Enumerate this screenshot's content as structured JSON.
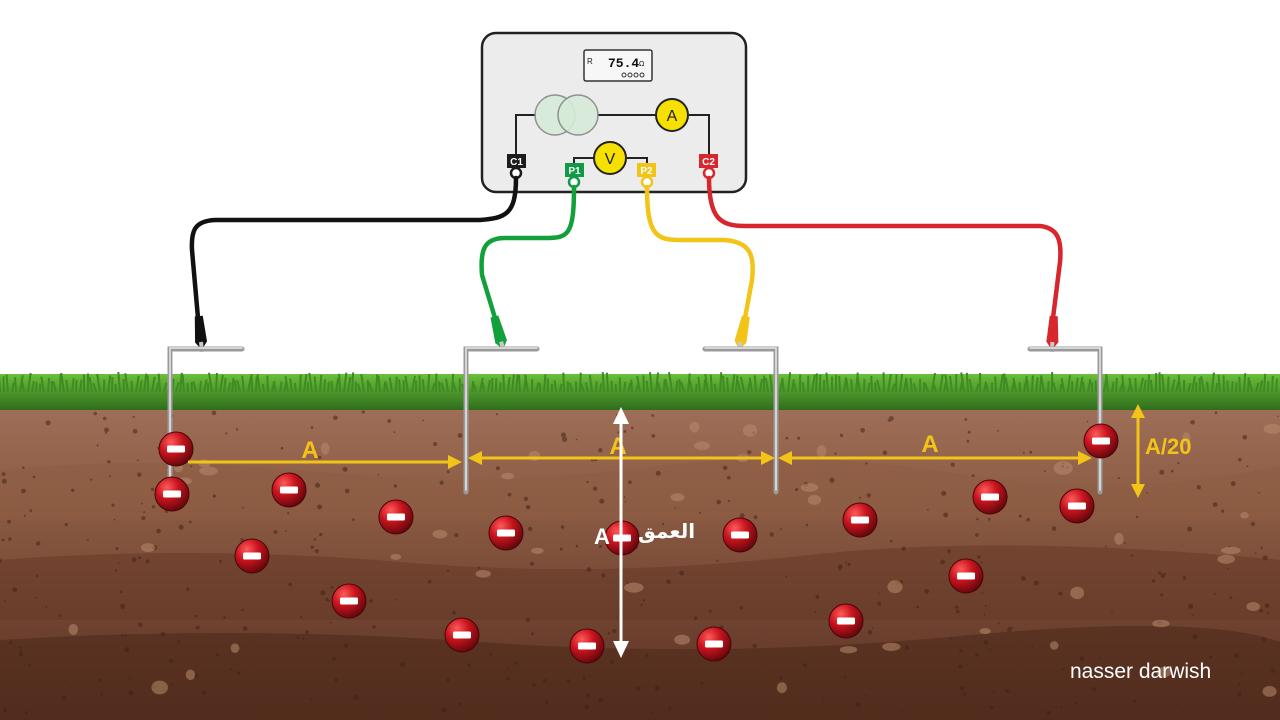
{
  "meter": {
    "display_prefix": "R",
    "display_value": "75.4",
    "display_unit": "Ω",
    "ammeter_symbol": "A",
    "voltmeter_symbol": "V"
  },
  "terminals": [
    {
      "id": "c1",
      "label": "C1",
      "color": "#111111"
    },
    {
      "id": "p1",
      "label": "P1",
      "color": "#0f9a45"
    },
    {
      "id": "p2",
      "label": "P2",
      "color": "#f2c418"
    },
    {
      "id": "c2",
      "label": "C2",
      "color": "#d8262d"
    }
  ],
  "spacing_labels": [
    "A",
    "A",
    "A"
  ],
  "depth_label": "A/20",
  "depth_caption_arabic": "العمق",
  "depth_caption_symbol": "A",
  "charge_symbol": "−",
  "watermark": "nasser darwish",
  "colors": {
    "dimension": "#f2c418",
    "grass": "#4f9a2c",
    "soil_top": "#93644b",
    "soil_bottom": "#5b3323",
    "charge": "#b0121b"
  }
}
